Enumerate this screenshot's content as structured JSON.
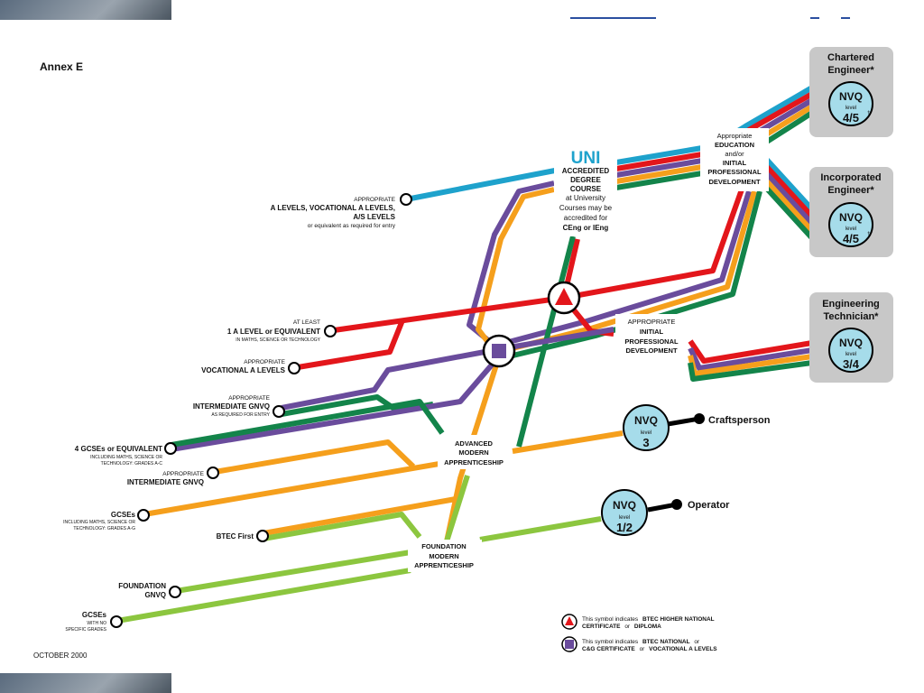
{
  "header": {
    "annex": "Annex E",
    "date": "OCTOBER 2000"
  },
  "colors": {
    "blue": "#1ea2cc",
    "red": "#e3161b",
    "purple": "#6a4c9c",
    "orange": "#f59f1c",
    "dgreen": "#13844a",
    "lgreen": "#8cc63f",
    "box": "#c8c8c8",
    "disc": "#a6dcea"
  },
  "entries": {
    "alevels": {
      "small1": "APPROPRIATE",
      "bold1": "A LEVELS, VOCATIONAL A LEVELS,",
      "bold2": "A/S LEVELS",
      "small2": "or equivalent as required for entry"
    },
    "one_a_level": {
      "small1": "AT LEAST",
      "bold1": "1 A LEVEL or EQUIVALENT",
      "small2": "IN MATHS, SCIENCE OR TECHNOLOGY"
    },
    "voc_a_levels": {
      "small1": "APPROPRIATE",
      "bold1": "VOCATIONAL A LEVELS"
    },
    "int_gnvq": {
      "small1": "APPROPRIATE",
      "bold1": "INTERMEDIATE GNVQ",
      "small2": "AS REQUIRED FOR ENTRY"
    },
    "four_gcses": {
      "bold1": "4 GCSEs or EQUIVALENT",
      "small1": "INCLUDING MATHS, SCIENCE OR",
      "small2": "TECHNOLOGY: GRADES A-C"
    },
    "int_gnvq2": {
      "small1": "APPROPRIATE",
      "bold1": "INTERMEDIATE GNVQ"
    },
    "gcses": {
      "bold1": "GCSEs",
      "small1": "INCLUDING MATHS, SCIENCE OR",
      "small2": "TECHNOLOGY: GRADES A-G"
    },
    "btec_first": {
      "bold1": "BTEC First"
    },
    "found_gnvq": {
      "bold1": "FOUNDATION",
      "bold2": "GNVQ"
    },
    "gcses_none": {
      "bold1": "GCSEs",
      "small1": "WITH NO",
      "small2": "SPECIFIC GRADES"
    }
  },
  "uni": {
    "title": "UNI",
    "l1": "ACCREDITED",
    "l2": "DEGREE",
    "l3": "COURSE",
    "l4": "at University",
    "l5": "Courses may be",
    "l6": "accredited for",
    "l7": "CEng or IEng"
  },
  "education": {
    "l1": "Appropriate",
    "l2": "EDUCATION",
    "l3": "and/or",
    "l4": "INITIAL",
    "l5": "PROFESSIONAL",
    "l6": "DEVELOPMENT"
  },
  "ipd": {
    "l1": "APPROPRIATE",
    "l2": "INITIAL",
    "l3": "PROFESSIONAL",
    "l4": "DEVELOPMENT"
  },
  "adv": {
    "l1": "ADVANCED",
    "l2": "MODERN",
    "l3": "APPRENTICESHIP"
  },
  "found": {
    "l1": "FOUNDATION",
    "l2": "MODERN",
    "l3": "APPRENTICESHIP"
  },
  "outcomes": {
    "chartered": {
      "l1": "Chartered",
      "l2": "Engineer*",
      "nvq": "NVQ",
      "level": "level",
      "num": "4/5",
      "sup": "†"
    },
    "incorporated": {
      "l1": "Incorporated",
      "l2": "Engineer*",
      "nvq": "NVQ",
      "level": "level",
      "num": "4/5",
      "sup": "†"
    },
    "technician": {
      "l1": "Engineering",
      "l2": "Technician*",
      "nvq": "NVQ",
      "level": "level",
      "num": "3/4"
    },
    "craftsperson": {
      "label": "Craftsperson",
      "nvq": "NVQ",
      "level": "level",
      "num": "3"
    },
    "operator": {
      "label": "Operator",
      "nvq": "NVQ",
      "level": "level",
      "num": "1/2"
    }
  },
  "legend": {
    "tri_pre": "This symbol indicates",
    "tri_b1": "BTEC HIGHER NATIONAL",
    "tri_b2": "CERTIFICATE",
    "tri_or": "or",
    "tri_b3": "DIPLOMA",
    "sq_pre": "This symbol indicates",
    "sq_b1": "BTEC NATIONAL",
    "sq_or": "or",
    "sq_b2": "C&G CERTIFICATE",
    "sq_or2": "or",
    "sq_b3": "VOCATIONAL A LEVELS"
  }
}
